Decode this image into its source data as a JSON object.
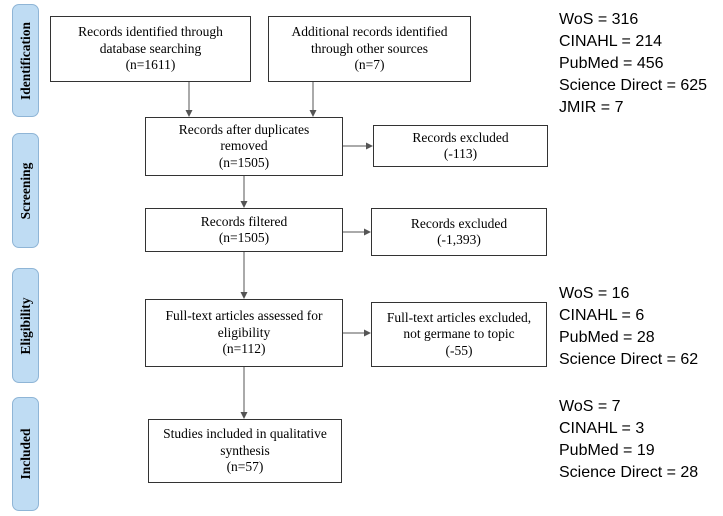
{
  "phases": [
    {
      "label": "Identification"
    },
    {
      "label": "Screening"
    },
    {
      "label": "Eligibility"
    },
    {
      "label": "Included"
    }
  ],
  "boxes": {
    "database_search": [
      "Records identified through",
      "database searching",
      "(n=1611)"
    ],
    "other_sources": [
      "Additional records identified",
      "through other sources",
      "(n=7)"
    ],
    "after_duplicates": [
      "Records after duplicates",
      "removed",
      "(n=1505)"
    ],
    "excluded_1": [
      "Records excluded",
      "(-113)"
    ],
    "filtered": [
      "Records filtered",
      "(n=1505)"
    ],
    "excluded_2": [
      "Records excluded",
      "(-1,393)"
    ],
    "fulltext": [
      "Full-text articles assessed for",
      "eligibility",
      "(n=112)"
    ],
    "fulltext_excluded": [
      "Full-text articles excluded,",
      "not germane to topic",
      "(-55)"
    ],
    "included": [
      "Studies included in qualitative",
      "synthesis",
      "(n=57)"
    ]
  },
  "stats": {
    "identification": [
      "WoS = 316",
      "CINAHL = 214",
      "PubMed = 456",
      "Science Direct = 625",
      "JMIR = 7"
    ],
    "eligibility": [
      "WoS = 16",
      "CINAHL = 6",
      "PubMed = 28",
      "Science Direct = 62"
    ],
    "included": [
      "WoS = 7",
      "CINAHL = 3",
      "PubMed = 19",
      "Science Direct = 28"
    ]
  },
  "colors": {
    "phase_fill": "#bfdcf3",
    "phase_border": "#8fb5d6",
    "box_border": "#333333",
    "arrow": "#555555"
  }
}
